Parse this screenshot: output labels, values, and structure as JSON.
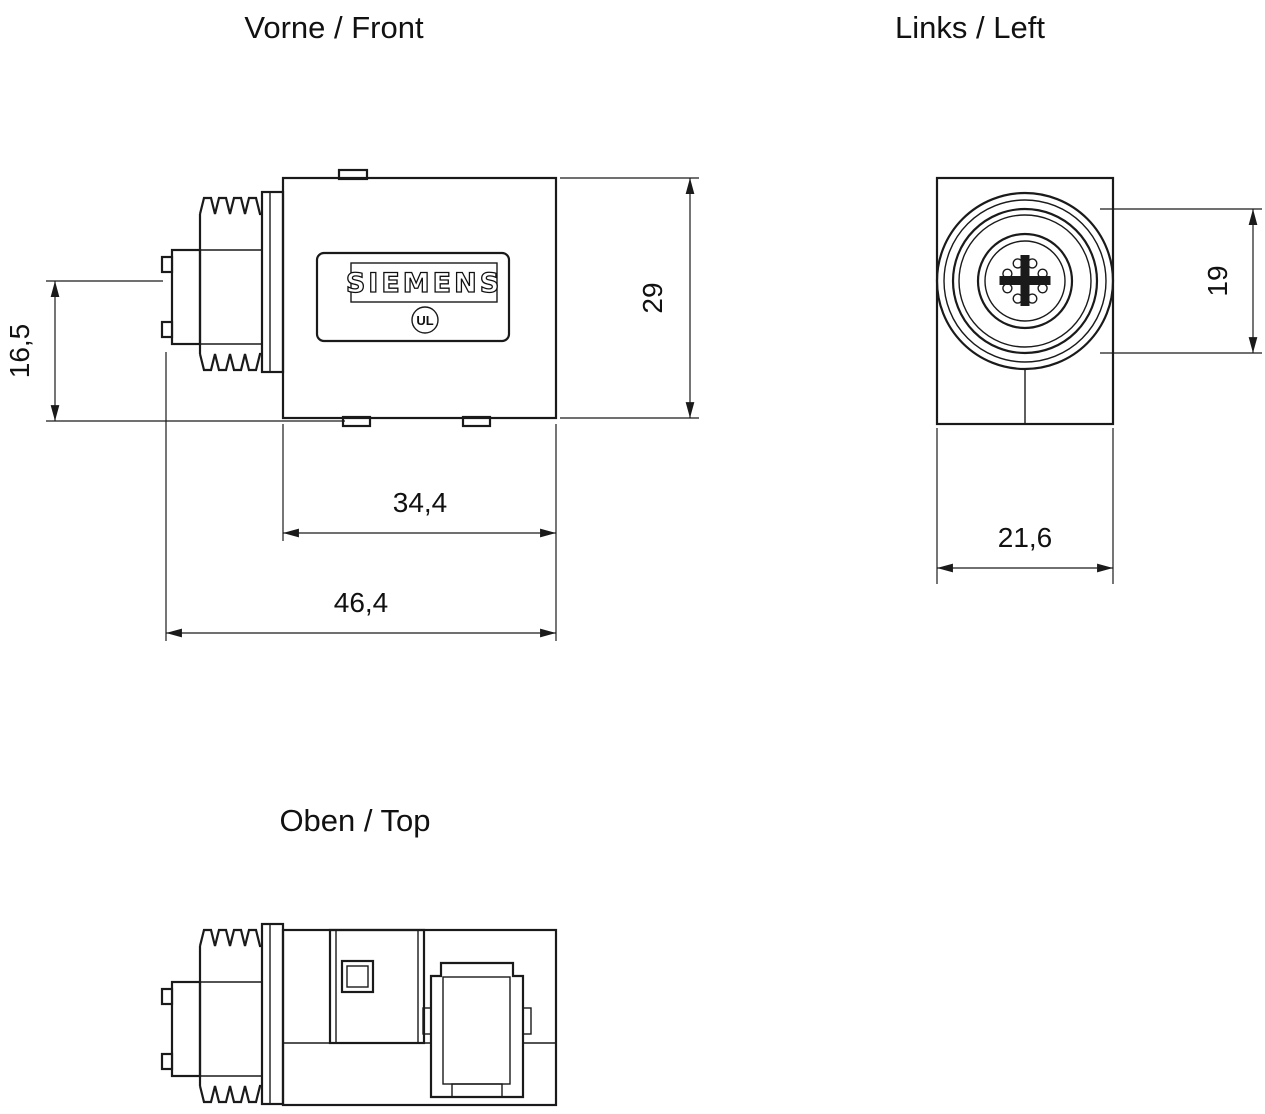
{
  "drawing": {
    "views": {
      "front": {
        "label": "Vorne / Front"
      },
      "left": {
        "label": "Links / Left"
      },
      "top": {
        "label": "Oben / Top"
      }
    },
    "branding": {
      "logo": "SIEMENS",
      "ul_mark": "UL"
    },
    "dims": {
      "connector_height": "16,5",
      "body_height": "29",
      "body_width": "34,4",
      "total_width": "46,4",
      "face_diameter": "19",
      "depth": "21,6"
    }
  }
}
